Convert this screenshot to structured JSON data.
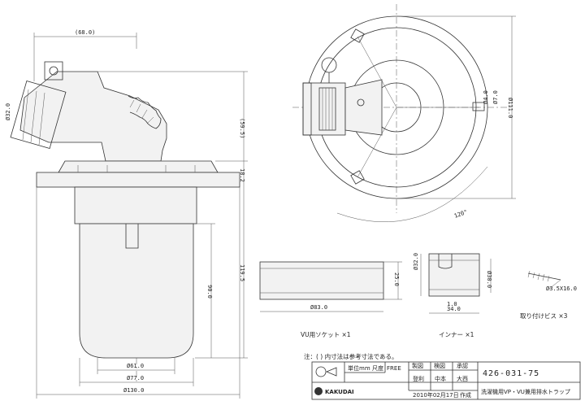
{
  "side_view": {
    "dim_top_width": "(68.0)",
    "dim_socket_dia": "Ø32.0",
    "dim_height_upper": "(59.5)",
    "dim_flange": "18.2",
    "dim_total_height": "119.5",
    "dim_body_height": "90.0",
    "dim_d61": "Ø61.0",
    "dim_d77": "Ø77.0",
    "dim_d130": "Ø130.0"
  },
  "top_view": {
    "dim_dia": "Ø111.0",
    "dim_angle": "120°",
    "dim_hole": "Ø4.0",
    "dim_hole2": "Ø7.0"
  },
  "socket": {
    "dim_height": "25.0",
    "dim_dia": "Ø83.0",
    "caption": "VU用ソケット ×1"
  },
  "inner": {
    "dim_d32": "Ø32.0",
    "dim_d30": "Ø30.0",
    "dim_w": "1.0",
    "dim_len": "34.0",
    "caption": "インナー ×1"
  },
  "screw": {
    "dim": "Ø3.5X16.0",
    "caption": "取り付けビス ×3"
  },
  "note": "注：( ) 内寸法は参考寸法である。",
  "title_block": {
    "unit": "単位mm",
    "scale_label": "尺度",
    "scale_value": "FREE",
    "col_drawn": "製図",
    "col_check": "検図",
    "col_approve": "承認",
    "name_drawn": "登利",
    "name_check": "中本",
    "name_approve": "大西",
    "part_no": "426-031-75",
    "date": "2010年02月17日",
    "date_suffix": "作成",
    "brand": "KAKUDAI",
    "product": "洗濯機用VP・VU兼用排水トラップ"
  }
}
